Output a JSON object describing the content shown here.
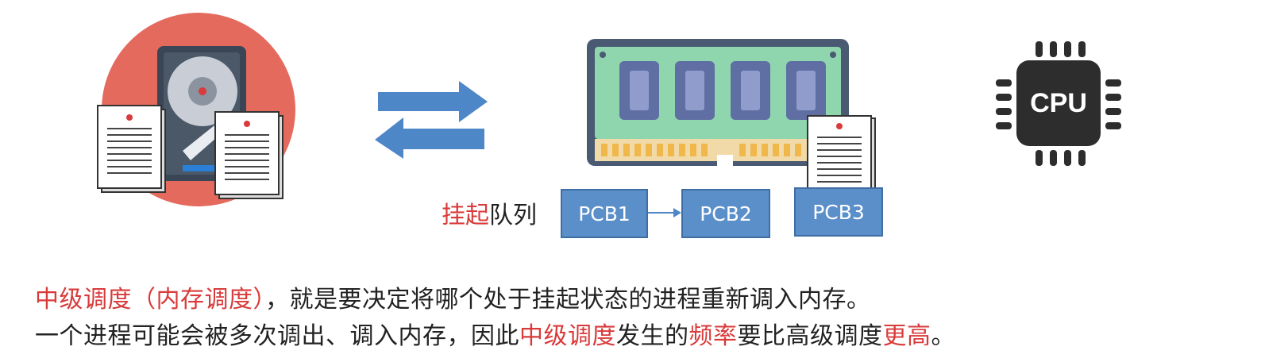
{
  "colors": {
    "highlight": "#d93a3a",
    "pcb_fill": "#5b8fc9",
    "disk_circle": "#e46a5e",
    "ram_board": "#8fd6ae",
    "arrow": "#4e87c8",
    "cpu_chip": "#2d2d2d"
  },
  "cpu": {
    "label": "CPU"
  },
  "queue": {
    "label_highlight": "挂起",
    "label_rest": "队列",
    "pcbs": [
      "PCB1",
      "PCB2",
      "PCB3"
    ]
  },
  "text": {
    "line1": [
      {
        "text": "中级调度（内存调度）",
        "highlight": true
      },
      {
        "text": "，就是要决定将哪个处于挂起状态的进程重新调入内存。",
        "highlight": false
      }
    ],
    "line2": [
      {
        "text": "一个进程可能会被多次调出、调入内存，因此",
        "highlight": false
      },
      {
        "text": "中级调度",
        "highlight": true
      },
      {
        "text": "发生的",
        "highlight": false
      },
      {
        "text": "频率",
        "highlight": true
      },
      {
        "text": "要比高级调度",
        "highlight": false
      },
      {
        "text": "更高",
        "highlight": true
      },
      {
        "text": "。",
        "highlight": false
      }
    ]
  }
}
